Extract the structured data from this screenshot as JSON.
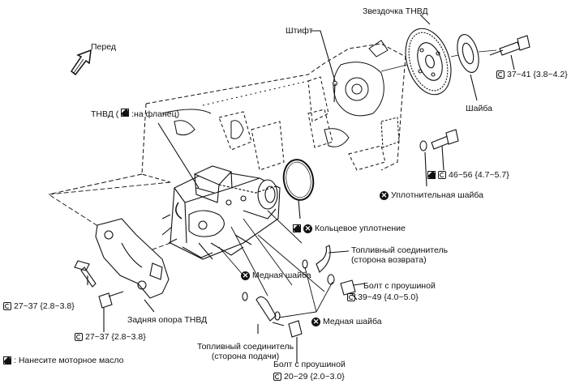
{
  "direction": {
    "label": "Перед"
  },
  "parts": {
    "pump": {
      "label_prefix": "ТНВД (",
      "label_suffix": ":на фланец)"
    },
    "pin": {
      "label": "Штифт"
    },
    "sprocket": {
      "label": "Звездочка ТНВД"
    },
    "washer": {
      "label": "Шайба"
    },
    "seal_washer": {
      "label": "Уплотнительная шайба"
    },
    "oring": {
      "label": "Кольцевое уплотнение"
    },
    "copper_washer_1": {
      "label": "Медная шайба"
    },
    "copper_washer_2": {
      "label": "Медная шайба"
    },
    "return_connector": {
      "label_line1": "Топливный соединитель",
      "label_line2": "(сторона возврата)"
    },
    "return_bolt": {
      "label": "Болт с проушиной"
    },
    "rear_support": {
      "label": "Задняя опора ТНВД"
    },
    "feed_connector": {
      "label_line1": "Топливный соединитель",
      "label_line2": "(сторона подачи)"
    },
    "feed_bolt": {
      "label": "Болт с проушиной"
    }
  },
  "torques": {
    "sprocket_bolt": "37~41 {3.8~4.2}",
    "pump_bolt": "46~56 {4.7~5.7}",
    "return_bolt": "39~49 {4.0~5.0}",
    "bracket_upper": "27~37 {2.8~3.8}",
    "bracket_lower": "27~37 {2.8~3.8}",
    "feed_bolt": "20~29 {2.0~3.0}"
  },
  "legend": {
    "oil_note": ": Нанесите моторное масло"
  },
  "icons": [
    "wrench-torque-icon",
    "engine-oil-icon",
    "replace-part-icon",
    "front-arrow-icon"
  ]
}
